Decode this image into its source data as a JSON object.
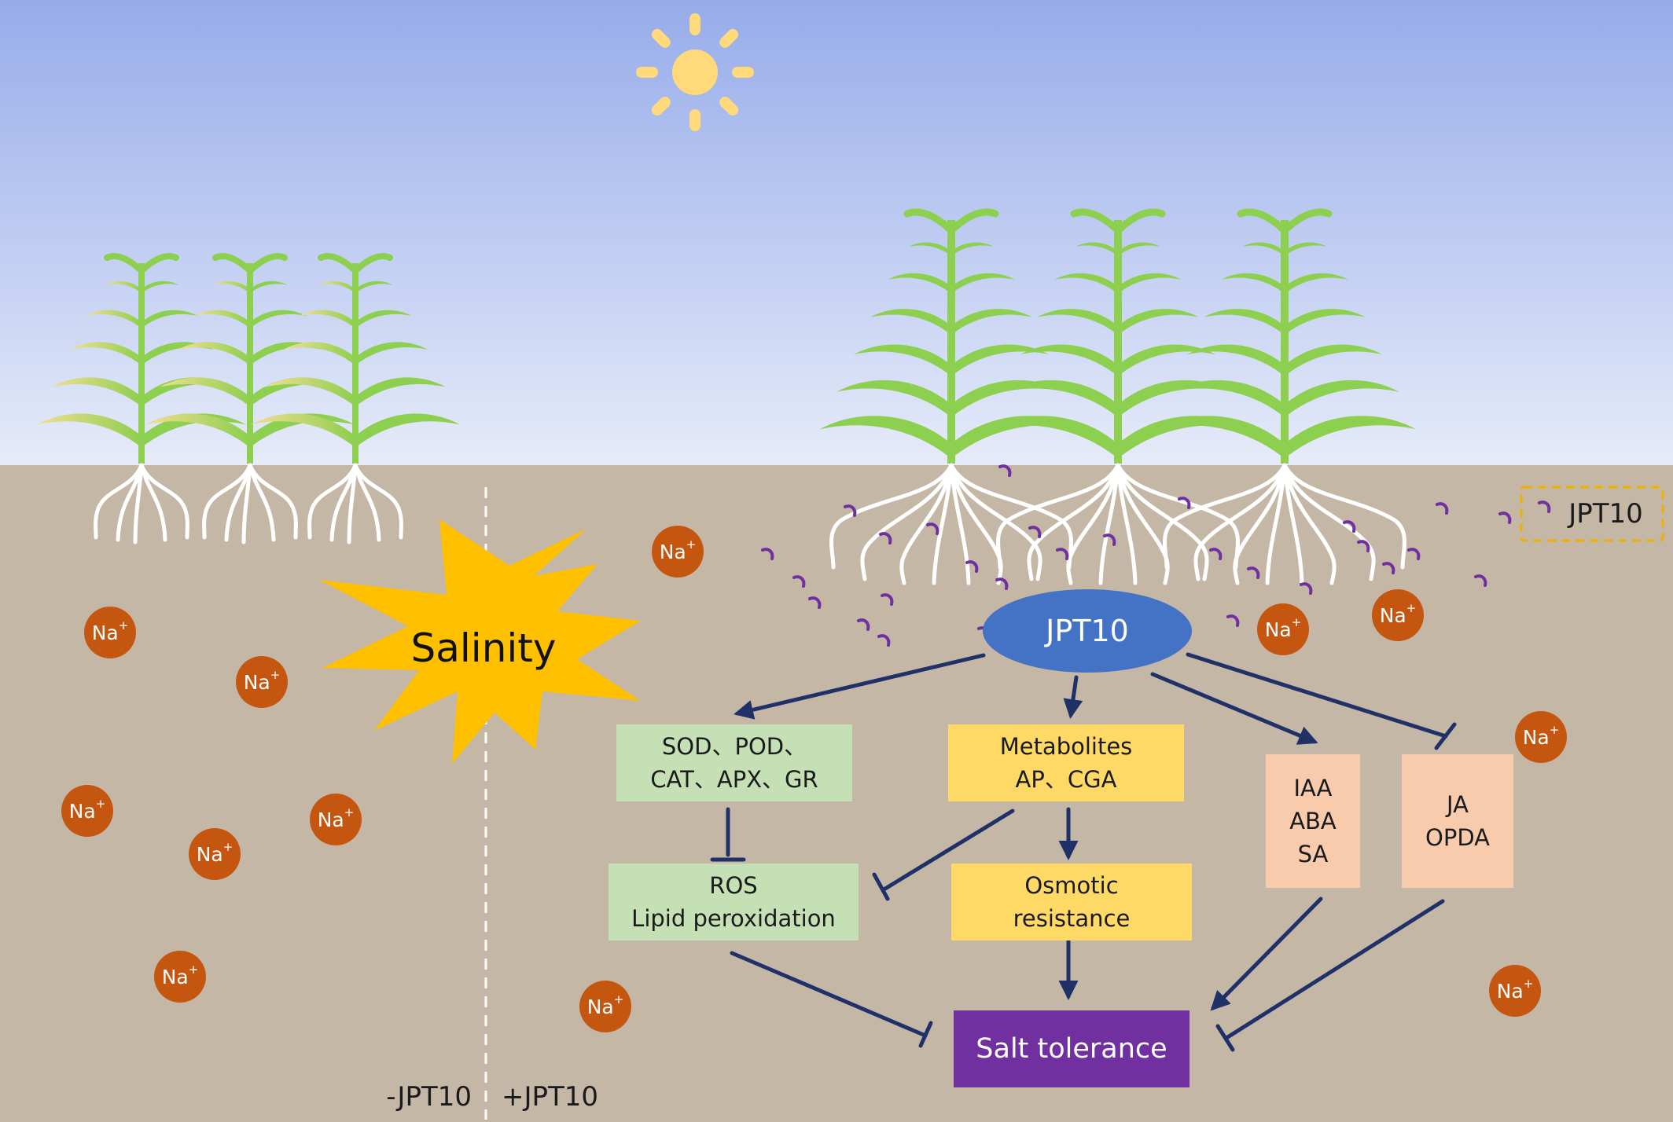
{
  "title": "",
  "legend": {
    "label": "JPT10"
  },
  "stress": {
    "label": "Salinity"
  },
  "hub": {
    "label": "JPT10"
  },
  "nodes": {
    "enzymes": {
      "line1": "SOD、POD、",
      "line2": "CAT、APX、GR"
    },
    "metabolites": {
      "line1": "Metabolites",
      "line2": "AP、CGA"
    },
    "iaa_group": {
      "line1": "IAA",
      "line2": "ABA",
      "line3": "SA"
    },
    "ja_group": {
      "line1": "JA",
      "line2": "OPDA"
    },
    "ros": {
      "line1": "ROS",
      "line2": "Lipid peroxidation"
    },
    "osmotic": {
      "line1": "Osmotic",
      "line2": "resistance"
    },
    "salt_tolerance": {
      "label": "Salt tolerance"
    }
  },
  "conditions": {
    "minus": "-JPT10",
    "plus": "+JPT10"
  },
  "ion": {
    "symbol": "Na",
    "charge": "+"
  },
  "colors": {
    "sky_top": "#96acea",
    "sky_bottom": "#e6ebf9",
    "soil": "#c4b7a6",
    "hub": "#4472c4",
    "green_box": "#c5e0b4",
    "yellow_box": "#ffd966",
    "peach_box": "#f8cbad",
    "purple_box": "#7030a0",
    "ion": "#c5560f",
    "salinity_burst": "#ffc000",
    "sun": "#ffd97a",
    "arrow": "#1f3167",
    "bacteria": "#7030a0",
    "legend_border": "#f0b000"
  }
}
